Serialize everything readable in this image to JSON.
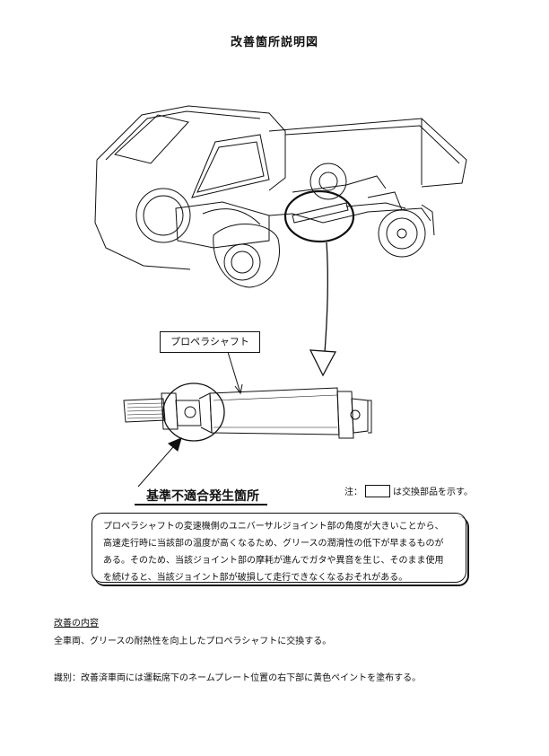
{
  "title": "改善箇所説明図",
  "part_label": "プロペラシャフト",
  "defect_label": "基準不適合発生箇所",
  "note": {
    "prefix": "注：",
    "suffix": "は交換部品を示す。"
  },
  "description_lines": [
    "プロペラシャフトの変速機側のユニバーサルジョイント部の角度が大きいことから、",
    "高速走行時に当該部の温度が高くなるため、グリースの潤滑性の低下が早まるものが",
    "ある。そのため、当該ジョイント部の摩耗が進んでガタや異音を生じ、そのまま使用",
    "を続けると、当該ジョイント部が破損して走行できなくなるおそれがある。"
  ],
  "improvement": {
    "heading": "改善の内容",
    "text": "全車両、グリースの耐熱性を向上したプロペラシャフトに交換する。"
  },
  "identification": "識別：改善済車両には運転席下のネームプレート位置の右下部に黄色ペイントを塗布する。"
}
